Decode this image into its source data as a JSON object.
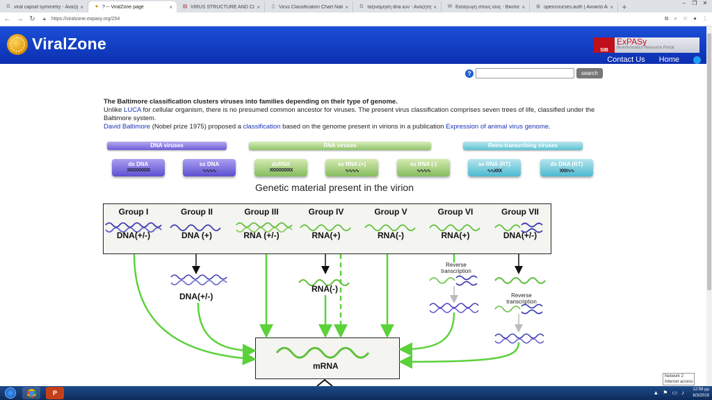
{
  "browser": {
    "tabs": [
      {
        "title": "viral capsid symmetry - Αναζήτηση",
        "icon": "google-icon",
        "active": false
      },
      {
        "title": "? -- ViralZone page",
        "icon": "viralzone-icon",
        "active": true
      },
      {
        "title": "VIRUS STRUCTURE AND CLASSIF",
        "icon": "page-icon",
        "active": false
      },
      {
        "title": "Virus Classification Chart Nature",
        "icon": "doc-icon",
        "active": false
      },
      {
        "title": "ταξινόμηση dna ιών - Αναζήτηση",
        "icon": "google-icon",
        "active": false
      },
      {
        "title": "Εισαγωγή στους ιούς - Βικιπαίδ",
        "icon": "wikipedia-icon",
        "active": false
      },
      {
        "title": "opencourses.auth | Ανοικτά Ακα",
        "icon": "globe-icon",
        "active": false
      }
    ],
    "url": "https://viralzone.expasy.org/254"
  },
  "header": {
    "logo": "ViralZone",
    "expasy_title": "ExPASy",
    "expasy_sub": "Bioinformatics Resource Portal",
    "sib": "SIB",
    "nav": [
      "Contact Us",
      "Home"
    ]
  },
  "search": {
    "button": "search",
    "placeholder": ""
  },
  "intro": {
    "line1": "The Baltimore classification clusters viruses into families depending on their type of genome.",
    "l2_a": "Unlike ",
    "l2_luca": "LUCA",
    "l2_b": " for cellular organism, there is no presumed common ancestor for viruses. The present virus classification comprises seven trees of life, classified under the Baltimore system.",
    "l3_baltimore": "David Baltimore",
    "l3_a": " (Nobel prize 1975) proposed a ",
    "l3_class": "classification",
    "l3_b": " based on the genome present in virions in a publication ",
    "l3_pub": "Expression of animal virus genome",
    "l3_c": "."
  },
  "categories": {
    "dna": "DNA viruses",
    "rna": "RNA viruses",
    "rt": "Retro-transcribing viruses"
  },
  "genome_buttons": [
    "ds DNA",
    "ss DNA",
    "dsRNA",
    "ss RNA (+)",
    "ss RNA (-)",
    "ss RNA (RT)",
    "ds DNA (RT)"
  ],
  "diagram": {
    "title": "Genetic material present in the virion",
    "groups": [
      {
        "name": "Group I",
        "type": "DNA(+/-)"
      },
      {
        "name": "Group II",
        "type": "DNA (+)"
      },
      {
        "name": "Group III",
        "type": "RNA (+/-)"
      },
      {
        "name": "Group IV",
        "type": "RNA(+)"
      },
      {
        "name": "Group V",
        "type": "RNA(-)"
      },
      {
        "name": "Group VI",
        "type": "RNA(+)"
      },
      {
        "name": "Group VII",
        "type": "DNA(+/-)"
      }
    ],
    "intermediate_dna": "DNA(+/-)",
    "intermediate_rna": "RNA(-)",
    "reverse_transcription": "Reverse transcription",
    "mrna": "mRNA"
  },
  "network_tip": {
    "line1": "Network 2",
    "line2": "Internet access"
  },
  "clock": {
    "time": "12:58 μμ",
    "date": "8/3/2019"
  },
  "colors": {
    "header": "#1a3fc8",
    "dna": "#6d5fd8",
    "rna": "#8fc56a",
    "rt": "#5cc3d4",
    "arrow": "#5bd13a"
  }
}
